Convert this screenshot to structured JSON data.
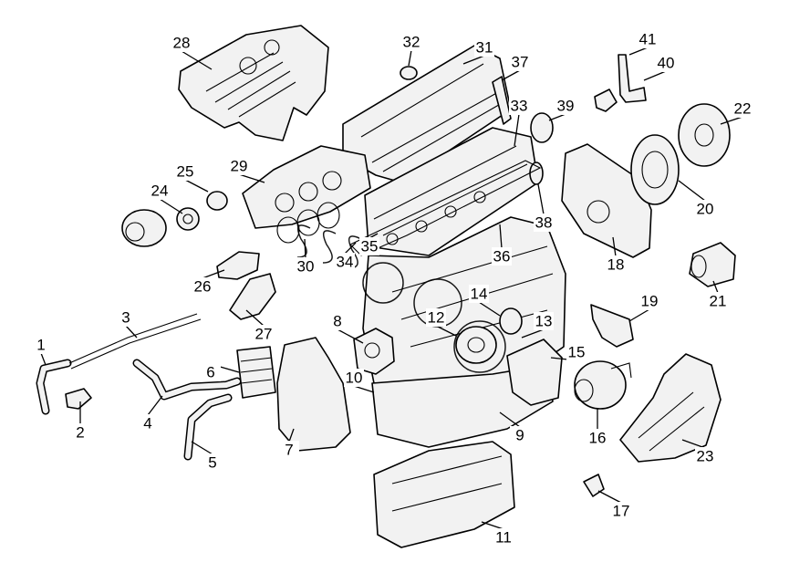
{
  "callouts": [
    "1",
    "2",
    "3",
    "4",
    "5",
    "6",
    "7",
    "8",
    "9",
    "10",
    "11",
    "12",
    "13",
    "14",
    "15",
    "16",
    "17",
    "18",
    "19",
    "20",
    "21",
    "22",
    "23",
    "24",
    "25",
    "26",
    "27",
    "28",
    "29",
    "30",
    "31",
    "32",
    "33",
    "34",
    "35",
    "36",
    "37",
    "38",
    "39",
    "40",
    "41"
  ],
  "colors": {
    "line": "#000000",
    "fill": "#f2f2f2",
    "background": "#ffffff"
  }
}
